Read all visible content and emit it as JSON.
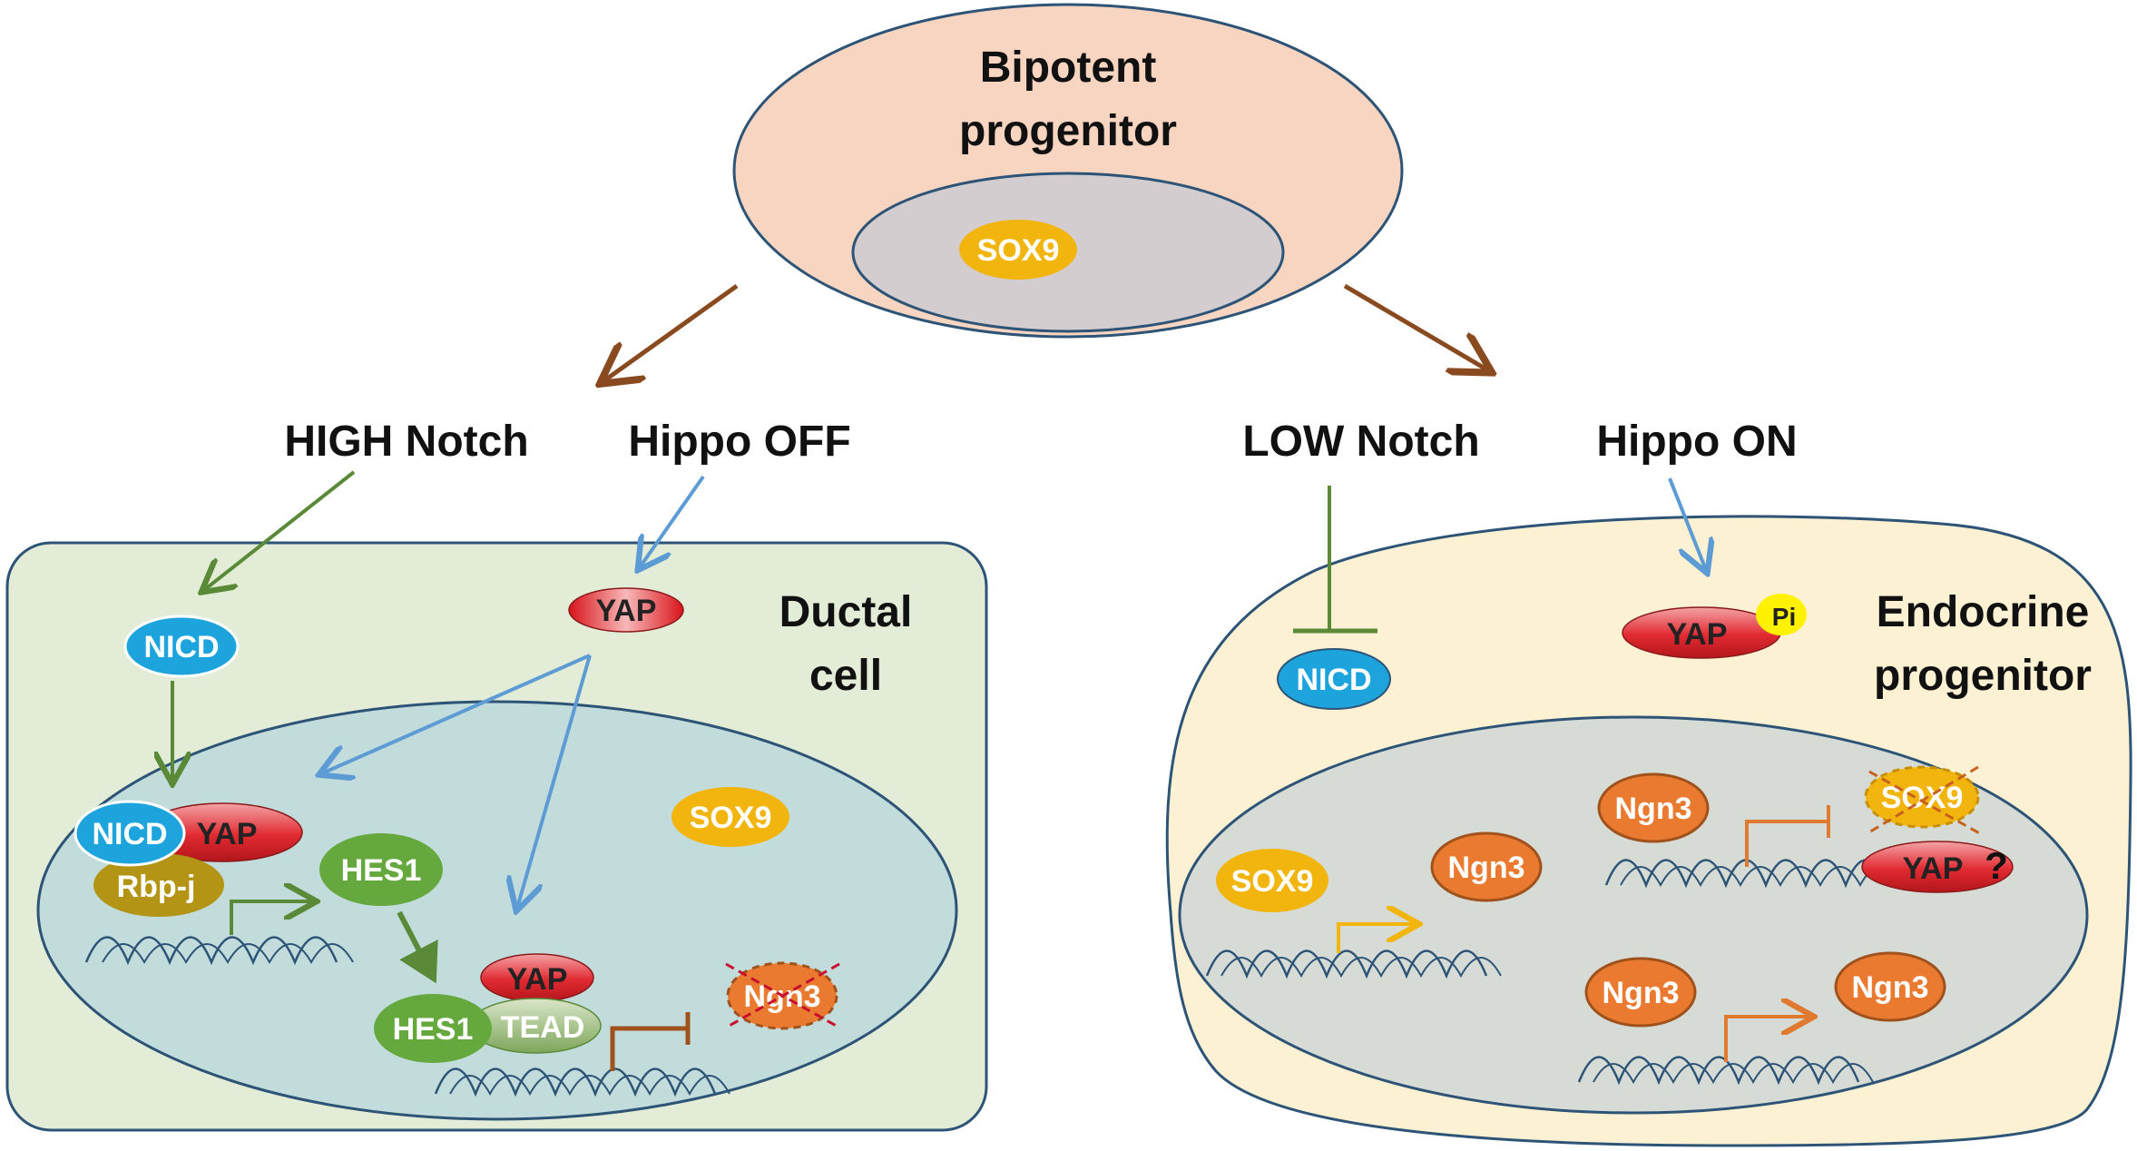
{
  "progenitor": {
    "title_line1": "Bipotent",
    "title_line2": "progenitor",
    "factor": "SOX9"
  },
  "left": {
    "signal_notch": "HIGH Notch",
    "signal_hippo": "Hippo OFF",
    "cell_line1": "Ductal",
    "cell_line2": "cell",
    "nicd": "NICD",
    "yap_cyto": "YAP",
    "nicd_nuc": "NICD",
    "yap_nuc": "YAP",
    "rbpj": "Rbp-j",
    "hes1_a": "HES1",
    "sox9": "SOX9",
    "yap_tead": "YAP",
    "hes1_b": "HES1",
    "tead": "TEAD",
    "ngn3_repressed": "Ngn3"
  },
  "right": {
    "signal_notch": "LOW Notch",
    "signal_hippo": "Hippo ON",
    "cell_line1": "Endocrine",
    "cell_line2": "progenitor",
    "nicd": "NICD",
    "yap_phospho": "YAP",
    "phospho": "Pi",
    "sox9": "SOX9",
    "ngn3_target_a": "Ngn3",
    "ngn3_repressor": "Ngn3",
    "sox9_repressed": "SOX9",
    "yap_question": "YAP",
    "question": "?",
    "ngn3_auto_a": "Ngn3",
    "ngn3_auto_b": "Ngn3"
  },
  "colors": {
    "progenitor_fill": "#f8d5c0",
    "nucleus_fill": "#d3cdd0",
    "ductal_fill": "#e3ecd6",
    "ductal_nucleus": "#c2dcdc",
    "endo_fill": "#fcf1d2",
    "endo_nucleus": "#d6dbd6",
    "sox9": "#f2b50e",
    "nicd": "#1ea4dc",
    "yap": "#e0262c",
    "hes1": "#65a83e",
    "rbpj": "#b49414",
    "ngn3": "#ea7a30",
    "brown_arrow": "#8a4a20",
    "green_arrow": "#5a8a38",
    "blue_arrow": "#5d9bd5",
    "orange_arrow": "#e07a30"
  }
}
